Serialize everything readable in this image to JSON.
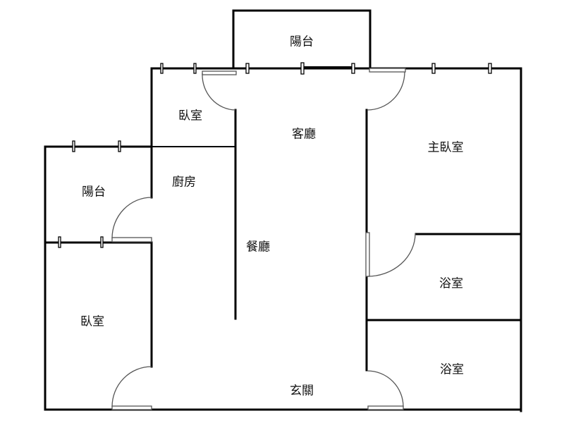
{
  "floorplan": {
    "title": "Floor plan",
    "colors": {
      "wall": "#000000",
      "door": "#555555",
      "background": "#ffffff"
    },
    "rooms": [
      {
        "id": "balcony-top",
        "label": "陽台"
      },
      {
        "id": "bedroom-small",
        "label": "臥室"
      },
      {
        "id": "living-room",
        "label": "客廳"
      },
      {
        "id": "master-bedroom",
        "label": "主臥室"
      },
      {
        "id": "kitchen",
        "label": "廚房"
      },
      {
        "id": "balcony-left",
        "label": "陽台"
      },
      {
        "id": "dining-room",
        "label": "餐廳"
      },
      {
        "id": "bathroom-1",
        "label": "浴室"
      },
      {
        "id": "bedroom-left",
        "label": "臥室"
      },
      {
        "id": "bathroom-2",
        "label": "浴室"
      },
      {
        "id": "entrance",
        "label": "玄關"
      }
    ]
  }
}
